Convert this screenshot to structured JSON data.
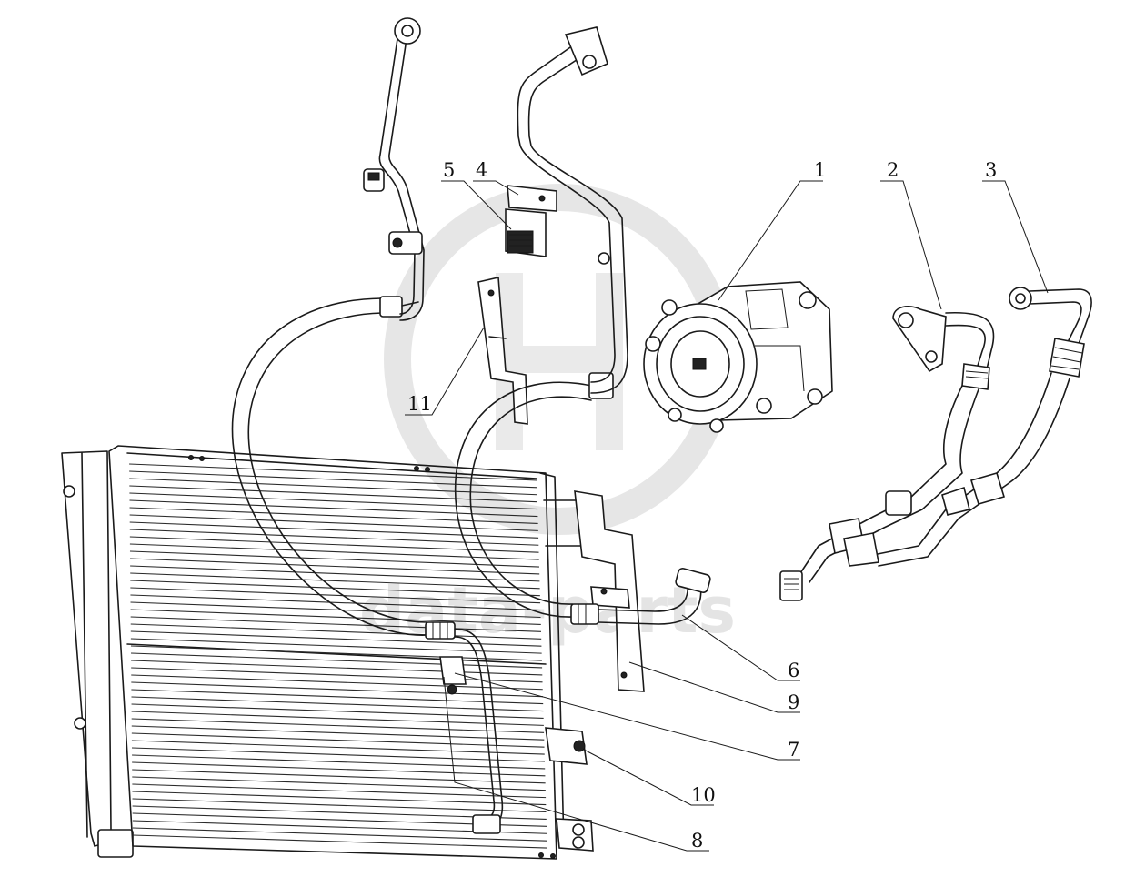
{
  "watermark": {
    "text": "data-parts"
  },
  "callouts": [
    {
      "id": "1",
      "label": "1"
    },
    {
      "id": "2",
      "label": "2"
    },
    {
      "id": "3",
      "label": "3"
    },
    {
      "id": "4",
      "label": "4"
    },
    {
      "id": "5",
      "label": "5"
    },
    {
      "id": "6",
      "label": "6"
    },
    {
      "id": "7",
      "label": "7"
    },
    {
      "id": "8",
      "label": "8"
    },
    {
      "id": "9",
      "label": "9"
    },
    {
      "id": "10",
      "label": "10"
    },
    {
      "id": "11",
      "label": "11"
    }
  ],
  "colors": {
    "line": "#1a1a1a",
    "watermark": "#cfcfcf",
    "background": "#ffffff"
  }
}
